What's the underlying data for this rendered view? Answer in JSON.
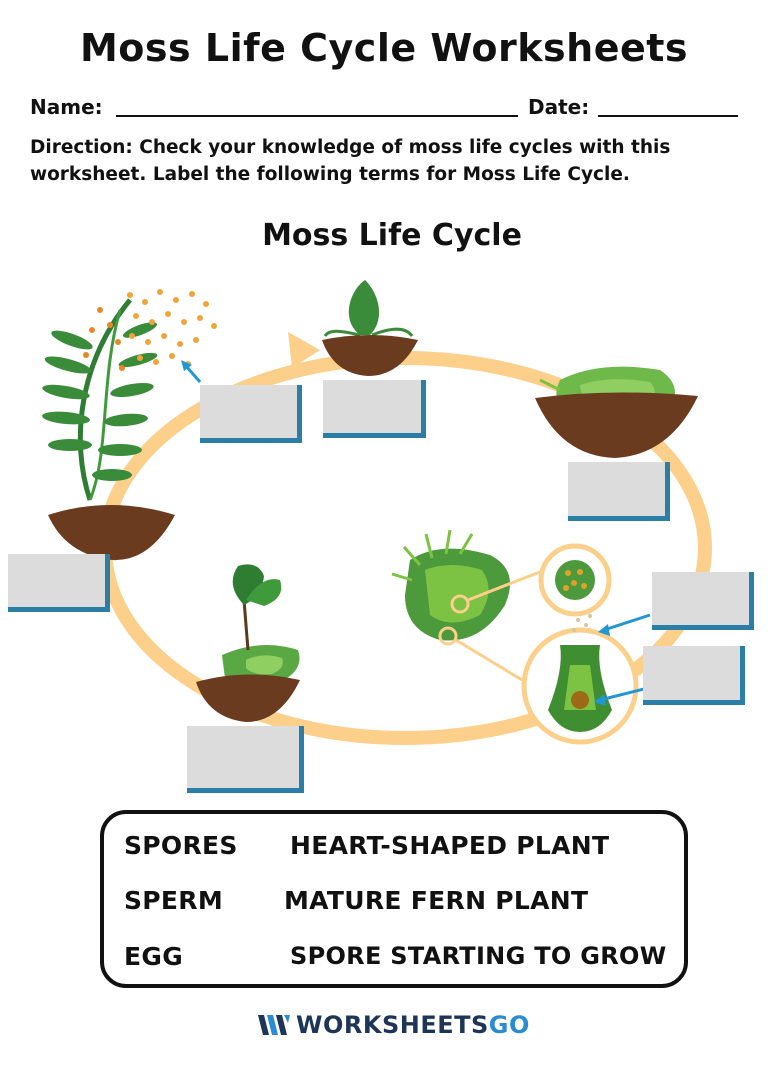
{
  "header": {
    "title": "Moss Life Cycle Worksheets",
    "name_label": "Name:",
    "date_label": "Date:",
    "direction": "Direction: Check your knowledge of moss life cycles with this worksheet. Label the following terms for Moss Life Cycle."
  },
  "diagram": {
    "title": "Moss Life Cycle",
    "label_boxes": [
      {
        "id": "spores-stage",
        "value": ""
      },
      {
        "id": "sprout-stage",
        "value": ""
      },
      {
        "id": "heart-plant-stage",
        "value": ""
      },
      {
        "id": "mature-plant-stage",
        "value": ""
      },
      {
        "id": "sperm-stage",
        "value": ""
      },
      {
        "id": "egg-stage",
        "value": ""
      },
      {
        "id": "young-plant-stage",
        "value": ""
      }
    ],
    "colors": {
      "cycle_ring": "#fcd08a",
      "label_box": "#dcdcdc",
      "label_shadow": "#2b7fa6",
      "leaf_dark": "#2f7d32",
      "leaf_light": "#7cc243",
      "soil": "#6b3b1f",
      "spore": "#f0a53a",
      "arrow": "#2196d3"
    }
  },
  "word_bank": {
    "col1": [
      "SPORES",
      "SPERM",
      "EGG"
    ],
    "col2": [
      "HEART-SHAPED PLANT",
      "MATURE FERN PLANT",
      "SPORE STARTING TO GROW"
    ]
  },
  "footer": {
    "brand_part1": "WORKSHEETS",
    "brand_part2": "GO",
    "logo_icon": "w-logo-icon"
  }
}
